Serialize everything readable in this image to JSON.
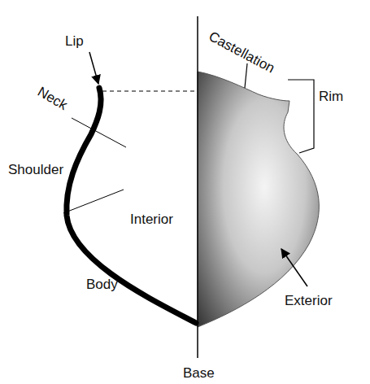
{
  "diagram": {
    "labels": [
      "Lip",
      "Neck",
      "Castellation",
      "Rim",
      "Shoulder",
      "Interior",
      "Body",
      "Exterior",
      "Base"
    ]
  }
}
